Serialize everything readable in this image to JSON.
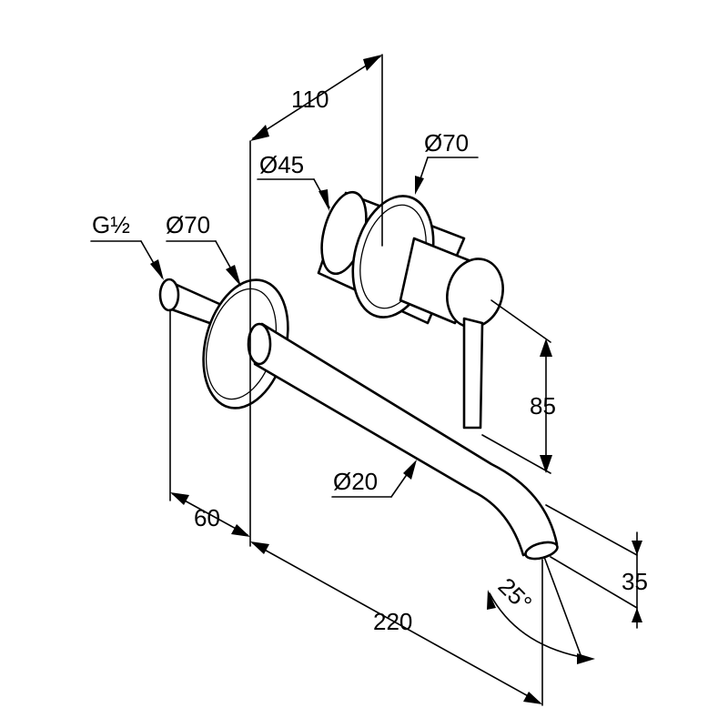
{
  "dimensions": {
    "width_110": "110",
    "dia_45": "Ø45",
    "dia_70_top": "Ø70",
    "thread": "G½",
    "dia_70_left": "Ø70",
    "height_85": "85",
    "dia_20": "Ø20",
    "depth_60": "60",
    "length_220": "220",
    "offset_35": "35",
    "angle_25": "25°"
  }
}
